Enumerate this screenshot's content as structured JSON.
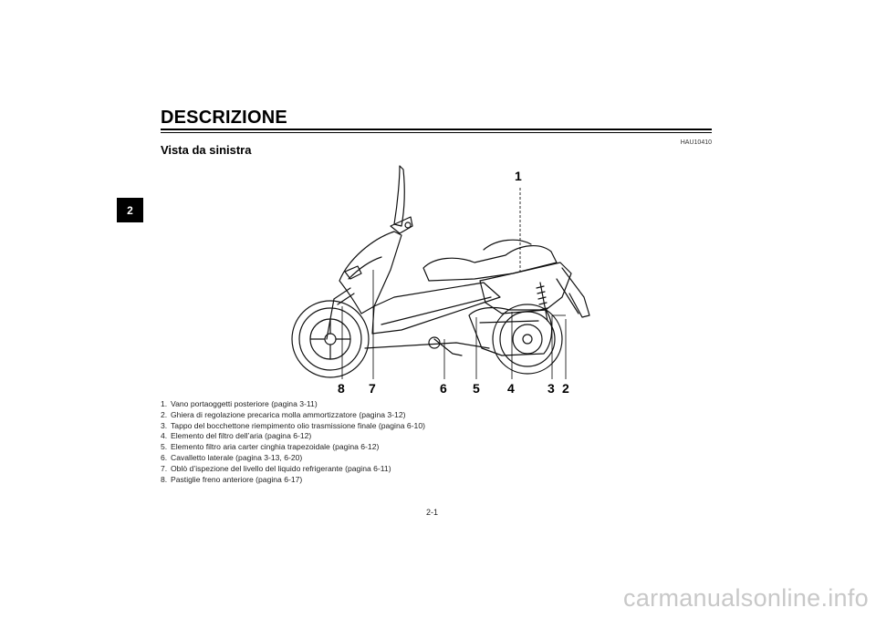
{
  "chapter_tab": "2",
  "title": "DESCRIZIONE",
  "section_code": "HAU10410",
  "subtitle": "Vista da sinistra",
  "figure": {
    "callouts": [
      "1",
      "2",
      "3",
      "4",
      "5",
      "6",
      "7",
      "8"
    ]
  },
  "legend": [
    {
      "num": "1.",
      "text": "Vano portaoggetti posteriore (pagina 3-11)"
    },
    {
      "num": "2.",
      "text": "Ghiera di regolazione precarica molla ammortizzatore (pagina 3-12)"
    },
    {
      "num": "3.",
      "text": "Tappo del bocchettone riempimento olio trasmissione finale (pagina 6-10)"
    },
    {
      "num": "4.",
      "text": "Elemento del filtro dell’aria (pagina 6-12)"
    },
    {
      "num": "5.",
      "text": "Elemento filtro aria carter cinghia trapezoidale (pagina 6-12)"
    },
    {
      "num": "6.",
      "text": "Cavalletto laterale (pagina 3-13, 6-20)"
    },
    {
      "num": "7.",
      "text": "Oblò d’ispezione del livello del liquido refrigerante (pagina 6-11)"
    },
    {
      "num": "8.",
      "text": "Pastiglie freno anteriore (pagina 6-17)"
    }
  ],
  "page_number": "2-1",
  "watermark": "carmanualsonline.info"
}
